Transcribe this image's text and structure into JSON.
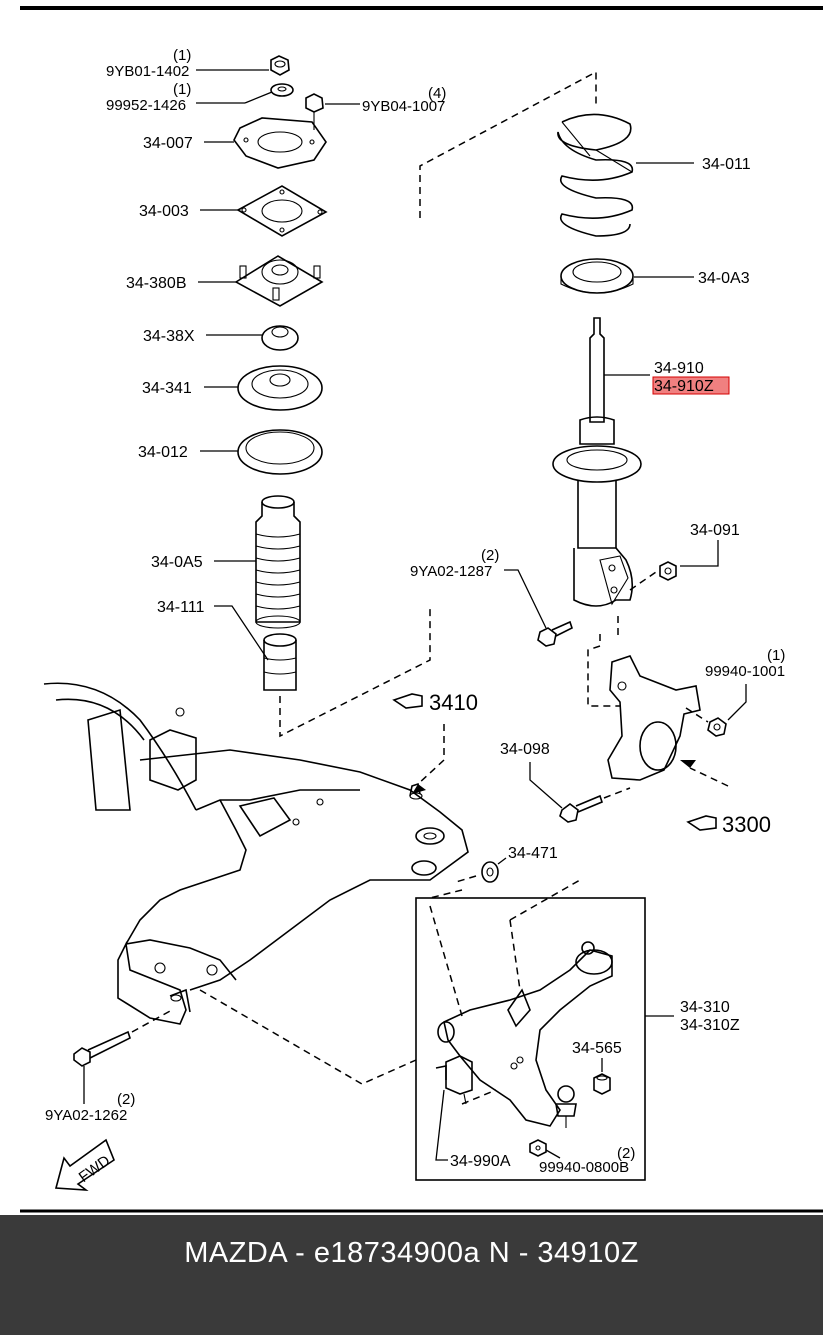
{
  "labels": {
    "nut_top_qty": "(1)",
    "nut_top": "9YB01-1402",
    "washer_top_qty": "(1)",
    "washer_top": "99952-1426",
    "nut_small_qty": "(4)",
    "nut_small": "9YB04-1007",
    "mount_cover": "34-007",
    "mount_plate": "34-003",
    "mount_rubber": "34-380B",
    "bushing": "34-38X",
    "bearing": "34-341",
    "seat_upper": "34-012",
    "boot": "34-0A5",
    "bump_stop": "34-111",
    "coil_spring": "34-011",
    "spring_seat": "34-0A3",
    "strut": "34-910",
    "strut_z": "34-910Z",
    "strut_bolt_qty": "(2)",
    "strut_bolt": "9YA02-1287",
    "nut_091": "34-091",
    "knuckle_nut_qty": "(1)",
    "knuckle_nut": "99940-1001",
    "bolt_098": "34-098",
    "ref_3410": "3410",
    "ref_3300": "3300",
    "bushing_471": "34-471",
    "arm": "34-310",
    "arm_z": "34-310Z",
    "bush_565": "34-565",
    "frame_bolt_qty": "(2)",
    "frame_bolt": "9YA02-1262",
    "arm_bushing": "34-990A",
    "ball_nut_qty": "(2)",
    "ball_nut": "99940-0800B",
    "fwd": "FWD"
  },
  "colors": {
    "highlight": "#f08080",
    "highlight_border": "#d40000",
    "footer_bg": "#3a3a3a"
  },
  "footer": {
    "text": "MAZDA - e18734900a    N - 34910Z"
  }
}
